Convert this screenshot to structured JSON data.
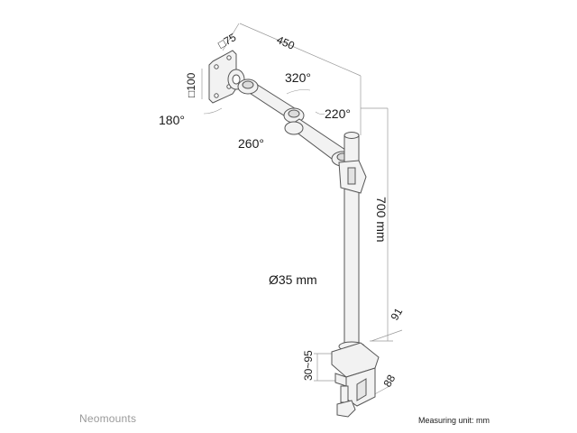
{
  "dimensions": {
    "vesa_horizontal": "75",
    "vesa_vertical": "100",
    "arm_length": "450",
    "rotation_screen": "180°",
    "rotation_tilt_joint": "320°",
    "rotation_mid_joint": "220°",
    "rotation_base_joint": "260°",
    "pole_height": "700 mm",
    "pole_diameter": "Ø35 mm",
    "clamp_offset": "91",
    "desk_thickness": "30~95",
    "clamp_depth": "88"
  },
  "footer": {
    "brand": "Neomounts",
    "unit_note": "Measuring unit: mm"
  },
  "colors": {
    "line": "#555555",
    "fill": "#f2f2f2",
    "dim_line": "#9a9a9a",
    "text": "#1a1a1a",
    "brand": "#9a9a9a"
  }
}
